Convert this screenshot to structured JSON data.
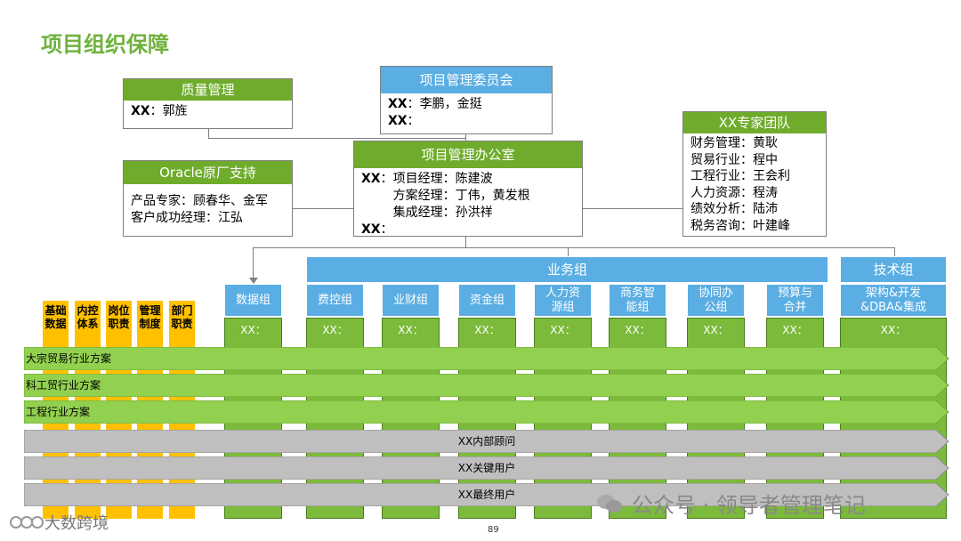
{
  "title": "项目组织保障",
  "quality": {
    "header": "质量管理",
    "lines": [
      [
        "XX",
        "：郭旌"
      ]
    ]
  },
  "committee": {
    "header": "项目管理委员会",
    "lines": [
      [
        "XX",
        "：李鹏，金挺"
      ],
      [
        "XX",
        "："
      ]
    ]
  },
  "oracle": {
    "header": "Oracle原厂支持",
    "lines": [
      "产品专家：顾春华、金军",
      "客户成功经理：江弘"
    ]
  },
  "pmo": {
    "header": "项目管理办公室",
    "lines": [
      [
        "XX",
        "：项目经理：陈建波"
      ],
      [
        "",
        "        方案经理：丁伟，黄发根"
      ],
      [
        "",
        "        集成经理：孙洪祥"
      ],
      [
        "XX",
        "："
      ]
    ]
  },
  "experts": {
    "header": "XX专家团队",
    "lines": [
      "财务管理：黄耿",
      "贸易行业：程中",
      "工程行业：王会利",
      "人力资源：程涛",
      "绩效分析：陆沛",
      "税务咨询：叶建峰"
    ]
  },
  "groups": {
    "business": "业务组",
    "tech": "技术组"
  },
  "yellow_cols": [
    "基础\n数据",
    "内控\n体系",
    "岗位\n职责",
    "管理\n制度",
    "部门\n职责"
  ],
  "columns": [
    {
      "top": "数据组",
      "body": "XX："
    },
    {
      "top": "费控组",
      "body": "XX："
    },
    {
      "top": "业财组",
      "body": "XX："
    },
    {
      "top": "资金组",
      "body": "XX："
    },
    {
      "top": "人力资\n源组",
      "body": "XX："
    },
    {
      "top": "商务智\n能组",
      "body": "XX："
    },
    {
      "top": "协同办\n公组",
      "body": "XX："
    },
    {
      "top": "预算与\n合并",
      "body": "XX："
    },
    {
      "top": "架构&开发\n&DBA&集成",
      "body": "XX："
    }
  ],
  "green_arrows": [
    "大宗贸易行业方案",
    "科工贸行业方案",
    "工程行业方案"
  ],
  "gray_arrows": [
    "XX内部顾问",
    "XX关键用户",
    "XX最终用户"
  ],
  "page_number": "89",
  "watermark_right": "公众号 · 领导者管理笔记",
  "watermark_left": "大数跨境",
  "colors": {
    "green": "#6fac2c",
    "blue": "#5aaee3",
    "yellow": "#ffc000",
    "bright_green": "#92d050",
    "gray": "#bfbfbf"
  }
}
